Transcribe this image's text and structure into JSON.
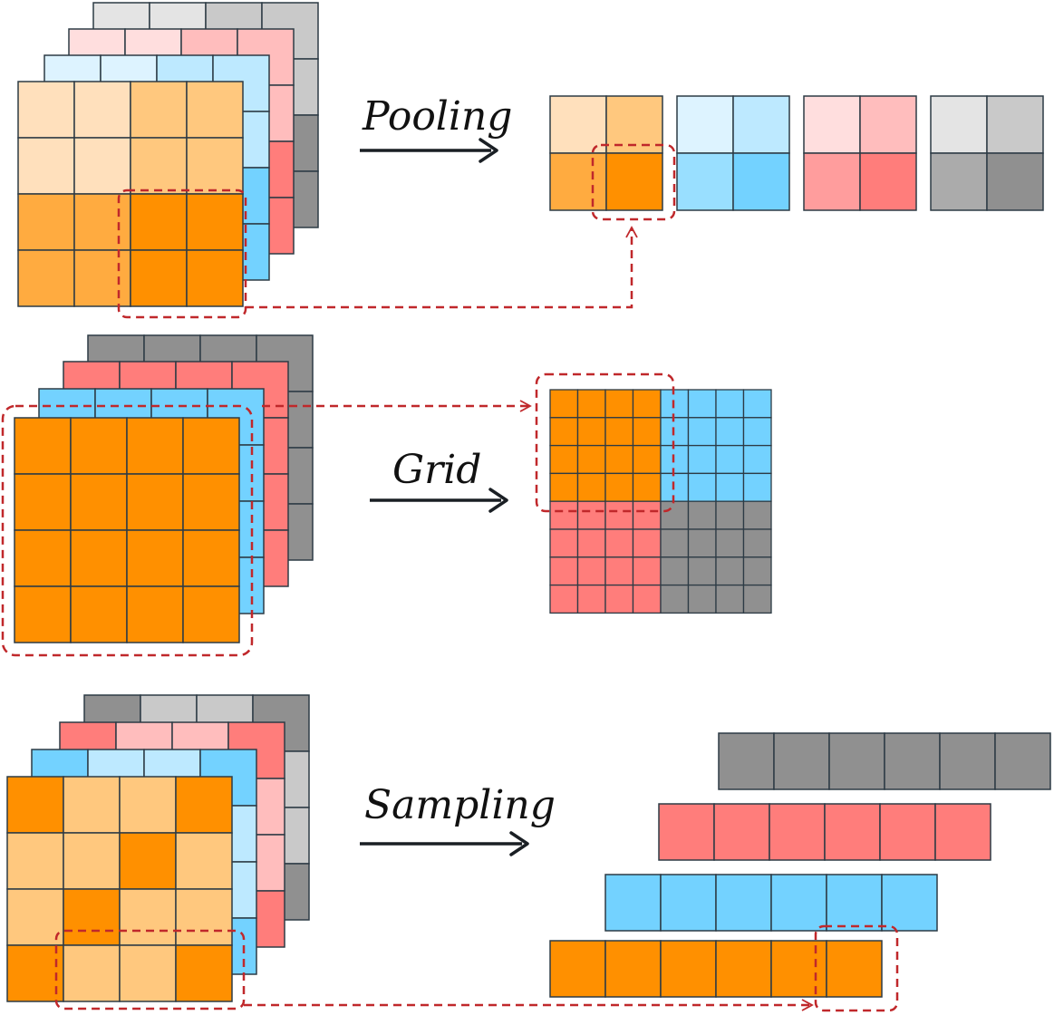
{
  "colors": {
    "stroke": "#2d3b45",
    "dash": "#c0282b",
    "arrow": "#1a1f24",
    "orange_dark": "#ff9000",
    "orange_mid": "#ffab40",
    "orange_light": "#ffc87e",
    "orange_pale": "#ffe0bc",
    "blue_dark": "#73d2ff",
    "blue_mid": "#99dfff",
    "blue_light": "#bde9ff",
    "blue_pale": "#ddf3ff",
    "red_dark": "#ff7d7b",
    "red_mid": "#ff9d9d",
    "red_light": "#ffbdbd",
    "red_pale": "#ffdede",
    "gray_dark": "#909090",
    "gray_mid": "#ababab",
    "gray_light": "#c9c9c9",
    "gray_pale": "#e4e4e4"
  },
  "operations": [
    {
      "key": "pooling",
      "label": "Pooling"
    },
    {
      "key": "grid",
      "label": "Grid"
    },
    {
      "key": "sampling",
      "label": "Sampling"
    }
  ]
}
